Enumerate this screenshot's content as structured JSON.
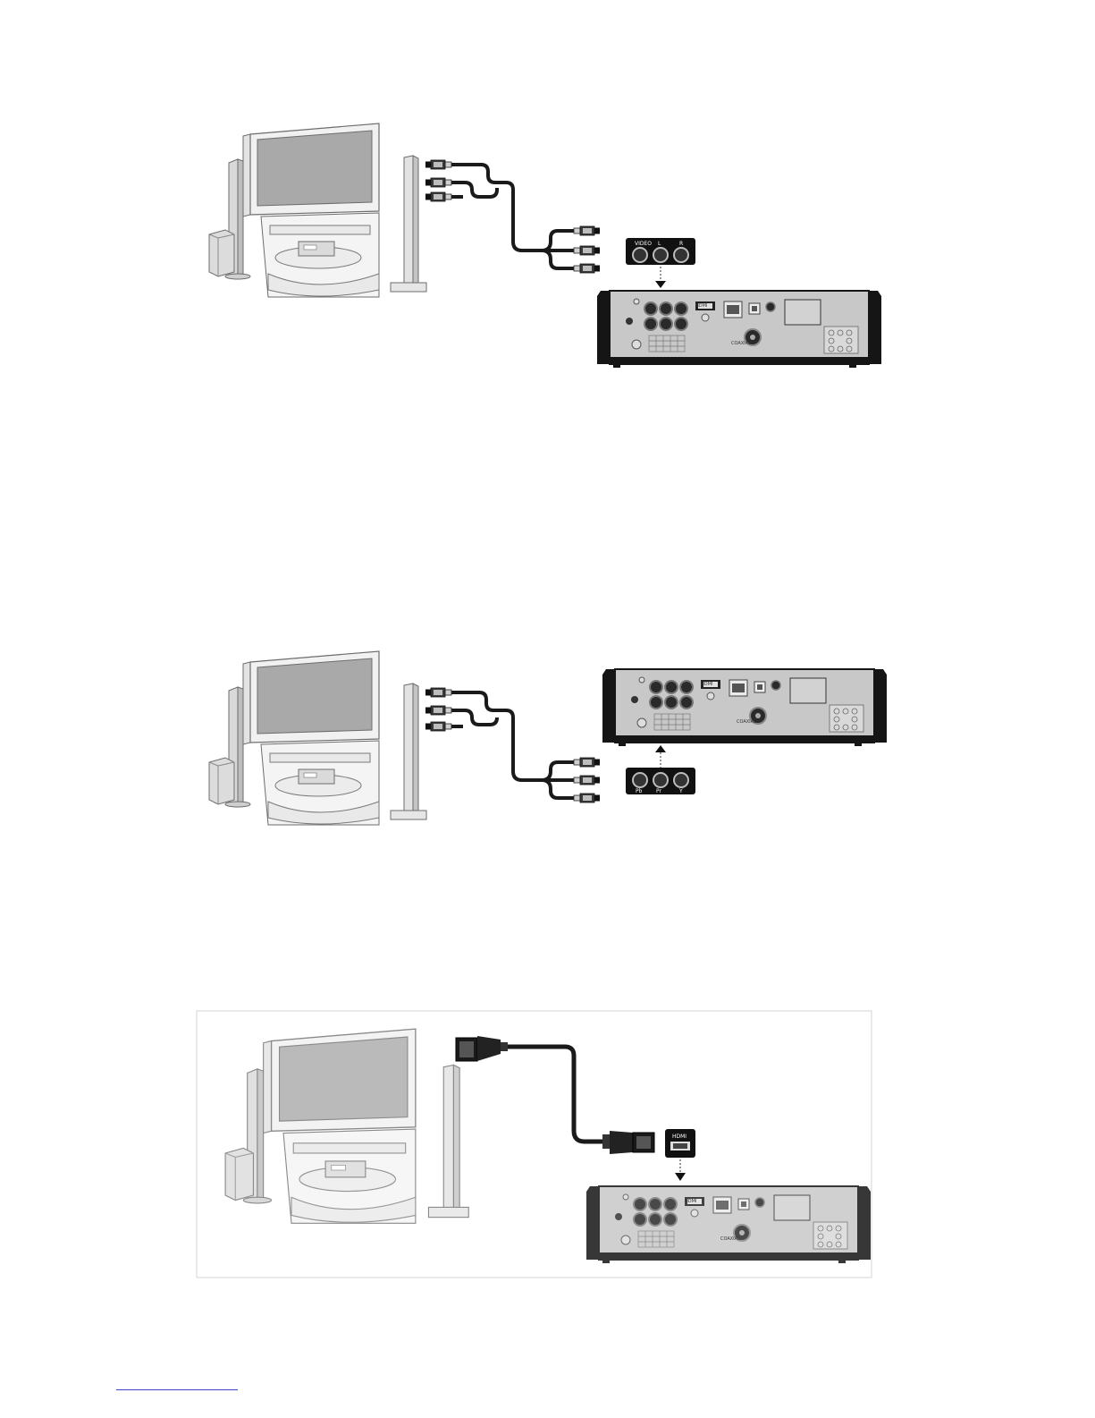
{
  "diagrams": [
    {
      "id": "composite",
      "panel_labels": [
        "VIDEO",
        "L",
        "R"
      ]
    },
    {
      "id": "component",
      "panel_labels": [
        "Pb",
        "Pr",
        "Y"
      ]
    },
    {
      "id": "hdmi",
      "panel_labels": [
        "HDMI"
      ]
    }
  ],
  "player_labels": {
    "hdmi": "HDMI",
    "coaxial": "COAXIAL"
  },
  "colors": {
    "cable": "#1a1a1a",
    "device_body": "#c8c8c8",
    "device_frame": "#151515",
    "tv_outline": "#707070",
    "screen": "#a7a7a7"
  }
}
